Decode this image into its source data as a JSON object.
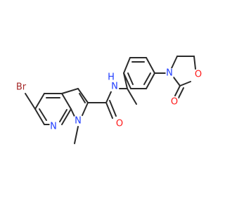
{
  "molecule": {
    "atoms": [
      {
        "id": "br",
        "label": "Br",
        "color": "#a52a2a"
      },
      {
        "id": "n_py",
        "label": "N",
        "color": "#1f3cff"
      },
      {
        "id": "n_me",
        "label": "N",
        "color": "#1f3cff"
      },
      {
        "id": "n_amide",
        "label": "N",
        "color": "#1f3cff"
      },
      {
        "id": "h_amide",
        "label": "H",
        "color": "#1f3cff"
      },
      {
        "id": "o_amide",
        "label": "O",
        "color": "#ff1a1a"
      },
      {
        "id": "n_ox",
        "label": "N",
        "color": "#1f3cff"
      },
      {
        "id": "o_ring",
        "label": "O",
        "color": "#ff1a1a"
      },
      {
        "id": "o_carbonyl",
        "label": "O",
        "color": "#ff1a1a"
      }
    ],
    "bond_color": "#2b2b2b"
  }
}
